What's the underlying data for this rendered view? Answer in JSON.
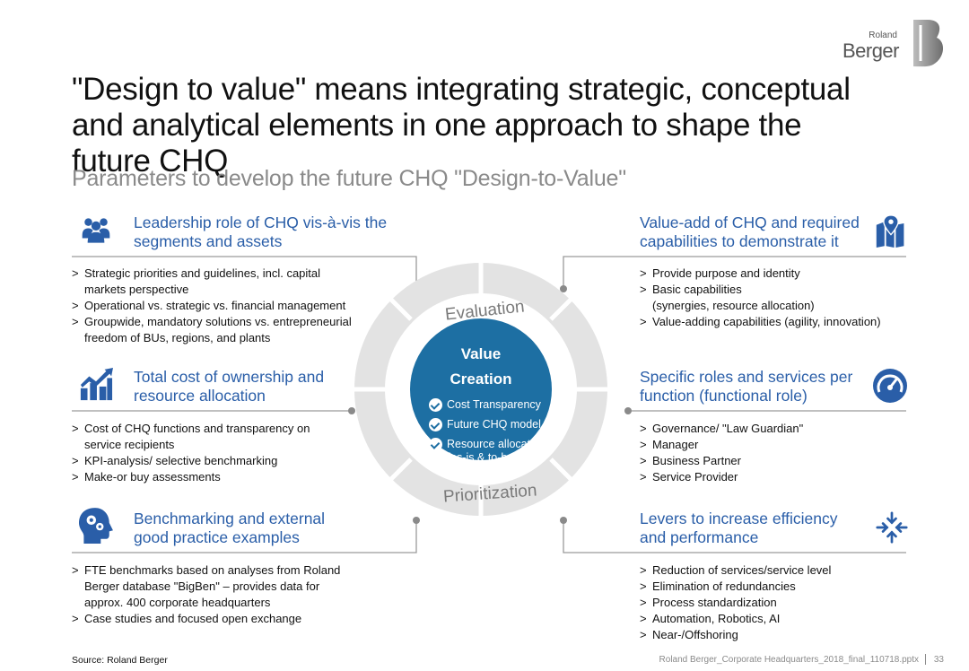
{
  "brand": {
    "small": "Roland",
    "big": "Berger"
  },
  "title": "\"Design to value\" means integrating strategic, conceptual and analytical elements in one approach to shape the future CHQ",
  "subtitle": "Parameters to develop the future CHQ \"Design-to-Value\"",
  "sections": {
    "leadership": {
      "icon": "people-group-icon",
      "title": "Leadership role of CHQ vis-à-vis the segments and assets",
      "bullets": [
        "Strategic priorities and guidelines, incl. capital markets perspective",
        "Operational vs. strategic vs. financial management",
        "Groupwide, mandatory solutions vs. entrepreneurial freedom of BUs, regions, and plants"
      ]
    },
    "tco": {
      "icon": "growth-chart-icon",
      "title": "Total cost of ownership and resource allocation",
      "bullets": [
        "Cost of CHQ functions and transparency on service recipients",
        "KPI-analysis/ selective benchmarking",
        "Make-or buy assessments"
      ]
    },
    "benchmarking": {
      "icon": "head-gears-icon",
      "title": "Benchmarking and external good practice examples",
      "bullets": [
        "FTE benchmarks based on analyses from Roland Berger database \"BigBen\" – provides data for approx. 400 corporate headquarters",
        "Case studies and focused open exchange"
      ]
    },
    "valueadd": {
      "icon": "map-pin-icon",
      "title": "Value-add of CHQ and required capabilities to demonstrate it",
      "bullets": [
        "Provide purpose and identity",
        "Basic capabilities",
        "Value-adding capabilities (agility, innovation)"
      ],
      "sub": "(synergies, resource allocation)"
    },
    "roles": {
      "icon": "gauge-icon",
      "title": "Specific roles and services per function (functional role)",
      "bullets": [
        "Governance/ \"Law Guardian\"",
        "Manager",
        "Business Partner",
        "Service Provider"
      ]
    },
    "levers": {
      "icon": "compress-arrows-icon",
      "title": "Levers to increase efficiency and performance",
      "bullets": [
        "Reduction of services/service level",
        "Elimination of redundancies",
        "Process standardization",
        "Automation, Robotics, AI",
        "Near-/Offshoring"
      ]
    }
  },
  "center": {
    "title_line1": "Value",
    "title_line2": "Creation",
    "items": [
      "Cost Transparency",
      "Future CHQ model",
      "Resource allocation"
    ],
    "item3_sub": "(as-is & to-be)",
    "top_arc": "Evaluation",
    "bottom_arc": "Prioritization"
  },
  "footer": {
    "source": "Source: Roland Berger",
    "file": "Roland Berger_Corporate Headquarters_2018_final_110718.pptx",
    "page": "33"
  },
  "colors": {
    "accent": "#2a5ea8",
    "ring": "#e3e3e3",
    "center": "#1d6fa3",
    "line": "#9a9a9a"
  }
}
